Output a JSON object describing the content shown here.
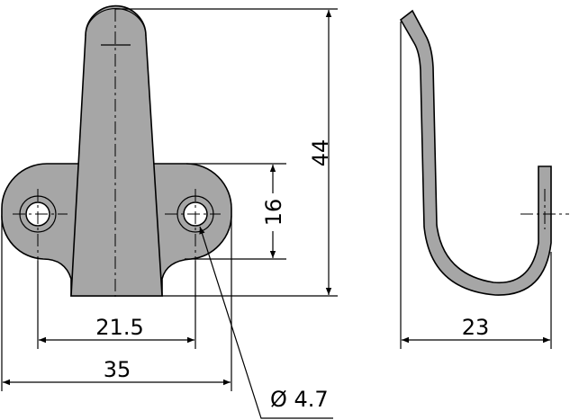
{
  "drawing": {
    "dimensions": {
      "height_total": "44",
      "flange_height": "16",
      "hole_spacing": "21.5",
      "flange_width": "35",
      "hook_depth": "23",
      "hole_diameter": "Ø 4.7"
    },
    "colors": {
      "part_fill": "#a6a6a6",
      "line": "#000000"
    }
  }
}
